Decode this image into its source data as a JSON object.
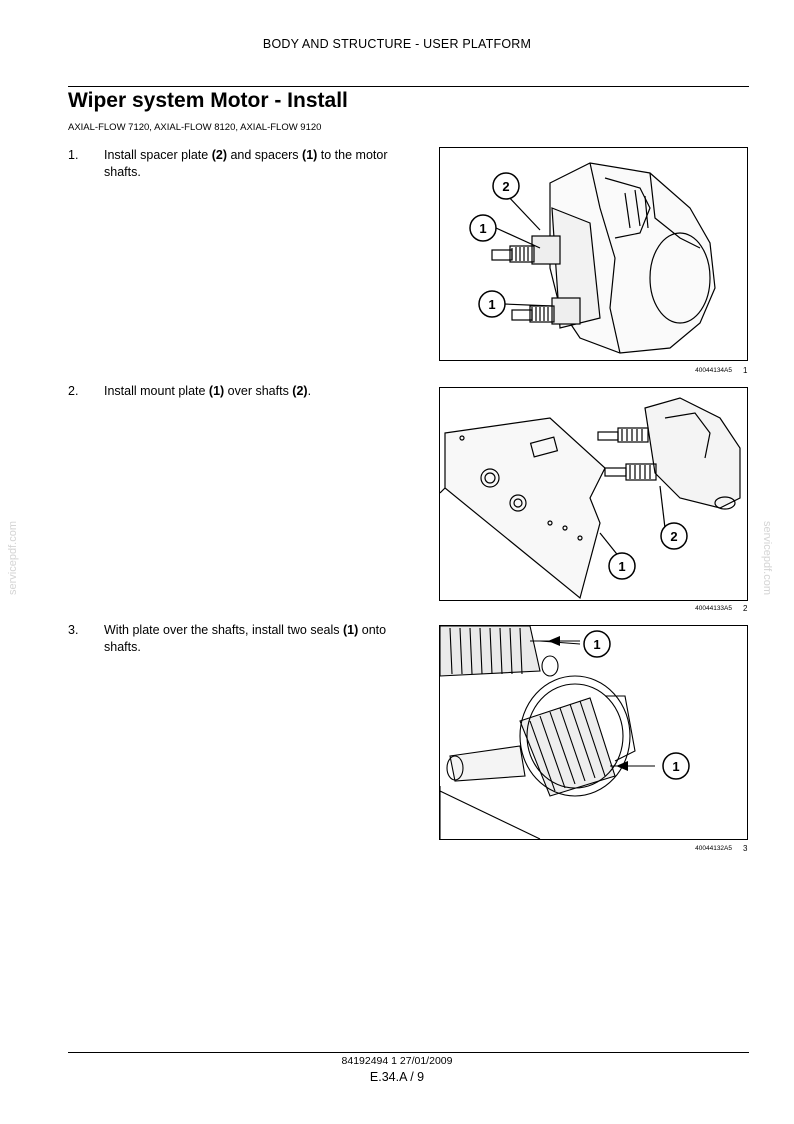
{
  "header": {
    "section": "BODY AND STRUCTURE - USER PLATFORM"
  },
  "page_title": "Wiper system Motor - Install",
  "models": "AXIAL-FLOW 7120, AXIAL-FLOW 8120, AXIAL-FLOW 9120",
  "steps": [
    {
      "num": "1.",
      "pre": "Install spacer plate ",
      "b1": "(2)",
      "mid": " and spacers ",
      "b2": "(1)",
      "post": " to the motor shafts.",
      "figure": {
        "code": "40044134A5",
        "number": "1",
        "callouts": [
          "2",
          "1",
          "1"
        ]
      }
    },
    {
      "num": "2.",
      "pre": "Install mount plate ",
      "b1": "(1)",
      "mid": " over shafts ",
      "b2": "(2)",
      "post": ".",
      "figure": {
        "code": "40044133A5",
        "number": "2",
        "callouts": [
          "2",
          "1"
        ]
      }
    },
    {
      "num": "3.",
      "pre": "With plate over the shafts, install two seals ",
      "b1": "(1)",
      "mid": " onto shafts.",
      "b2": "",
      "post": "",
      "figure": {
        "code": "40044132A5",
        "number": "3",
        "callouts": [
          "1",
          "1"
        ]
      }
    }
  ],
  "watermark": "servicepdf.com",
  "footer": {
    "doc_ref": "84192494 1 27/01/2009",
    "page": "E.34.A / 9"
  }
}
